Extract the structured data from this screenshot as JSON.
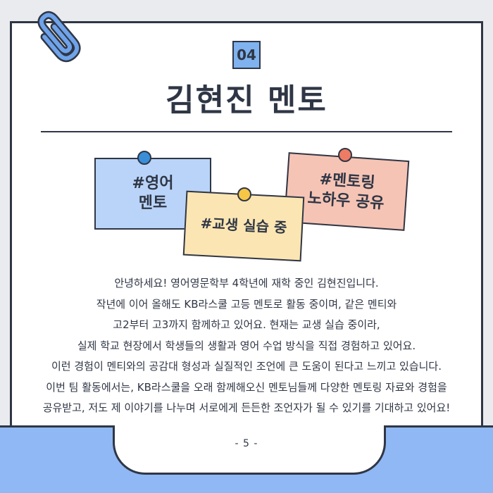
{
  "section_number": "04",
  "title": "김현진 멘토",
  "tags": [
    {
      "label": "#영어\n멘토"
    },
    {
      "label": "#교생 실습 중"
    },
    {
      "label": "#멘토링\n노하우 공유"
    }
  ],
  "paragraph_lines": [
    "안녕하세요! 영어영문학부 4학년에 재학 중인 김현진입니다.",
    "작년에 이어 올해도 KB라스쿨 고등 멘토로 활동 중이며, 같은 멘티와",
    "고2부터 고3까지 함께하고 있어요. 현재는 교생 실습 중이라,",
    "실제 학교 현장에서 학생들의 생활과 영어 수업 방식을 직접 경험하고 있어요.",
    "이런 경험이 멘티와의 공감대 형성과 실질적인 조언에 큰 도움이 된다고 느끼고 있습니다.",
    "이번 팀 활동에서는, KB라스쿨을 오래 함께해오신 멘토님들께 다양한 멘토링 자료와 경험을",
    "공유받고, 저도 제 이야기를 나누며 서로에게 든든한 조언자가 될 수 있기를 기대하고 있어요!"
  ],
  "page_number": "- 5 -",
  "colors": {
    "background": "#e9ebee",
    "ink": "#2f3645",
    "accent_blue": "#8fb8f4",
    "note_blue": "#b9d4f8",
    "note_yellow": "#fbe6b3",
    "note_pink": "#f6c4b5"
  },
  "icons": {
    "clip": "paperclip-icon",
    "pins": [
      "blue-pin-icon",
      "yellow-pin-icon",
      "red-pin-icon"
    ]
  }
}
